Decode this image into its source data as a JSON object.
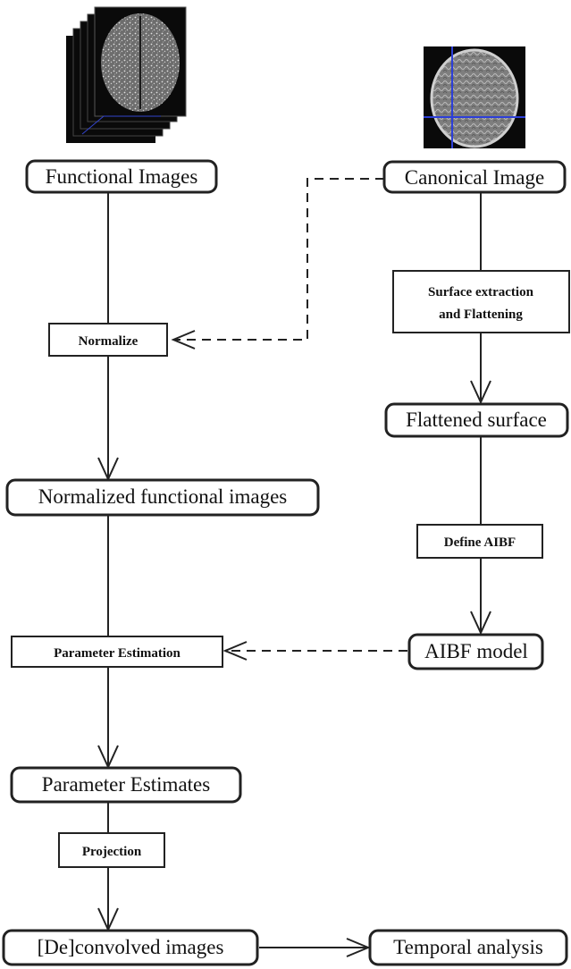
{
  "title": "",
  "nodes": {
    "functional_images": "Functional Images",
    "canonical_image": "Canonical Image",
    "normalize": "Normalize",
    "surface_extraction_line1": "Surface extraction",
    "surface_extraction_line2": "and Flattening",
    "flattened_surface": "Flattened surface",
    "normalized_functional_images": "Normalized functional images",
    "define_aibf": "Define AIBF",
    "parameter_estimation": "Parameter Estimation",
    "aibf_model": "AIBF model",
    "parameter_estimates": "Parameter Estimates",
    "projection": "Projection",
    "deconvolved_images": "[De]convolved images",
    "temporal_analysis": "Temporal analysis"
  },
  "images": {
    "functional_stack": "mri-axial-stack-icon",
    "canonical_slice": "mri-canonical-slice-icon"
  },
  "colors": {
    "line": "#222222",
    "crosshair": "#2d3fd8",
    "scan_bg": "#0a0a0a",
    "scan_tissue": "#9a9a9a"
  }
}
